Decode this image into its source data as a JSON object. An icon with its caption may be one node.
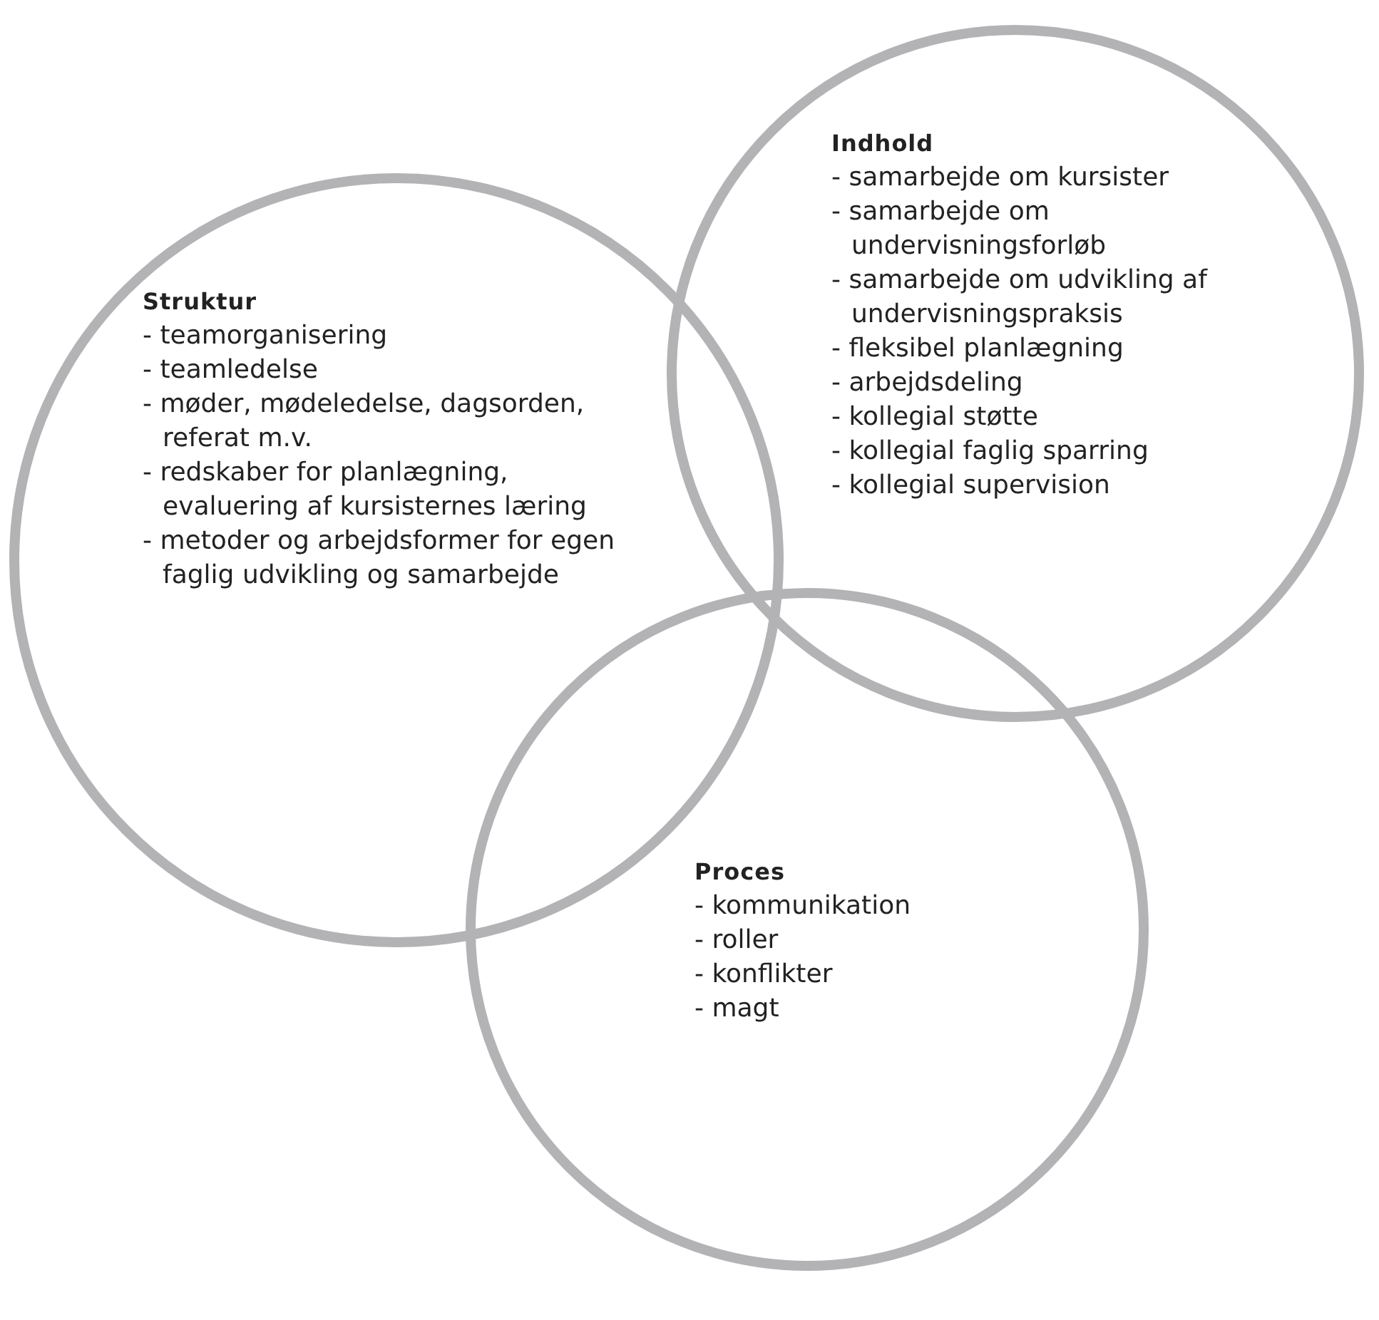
{
  "diagram": {
    "nodes": [
      {
        "text": [
          "Indhold",
          "- samarbejde om kursister",
          "- samarbejde om undervisningsforløb",
          "- samarbejde om udvikling af undervisningspraksis",
          "- fleksibel planlægning",
          "- arbejdsdeling",
          "- kollegial støtte",
          "- kollegial faglig sparring",
          "- kollegial supervision"
        ]
      },
      {
        "text": [
          "Struktur",
          "- teamorganisering",
          "- teamledelse",
          "- møder, mødeledelse, dagsorden, referat m.v.",
          "- redskaber for planlægning, evaluering af kursisternes læring",
          "- metoder og arbejdsformer for egen faglig udvikling og samarbejde"
        ]
      },
      {
        "text": [
          "Proces",
          "- kommunikation",
          "- roller",
          "- konflikter",
          "- magt"
        ]
      }
    ]
  }
}
